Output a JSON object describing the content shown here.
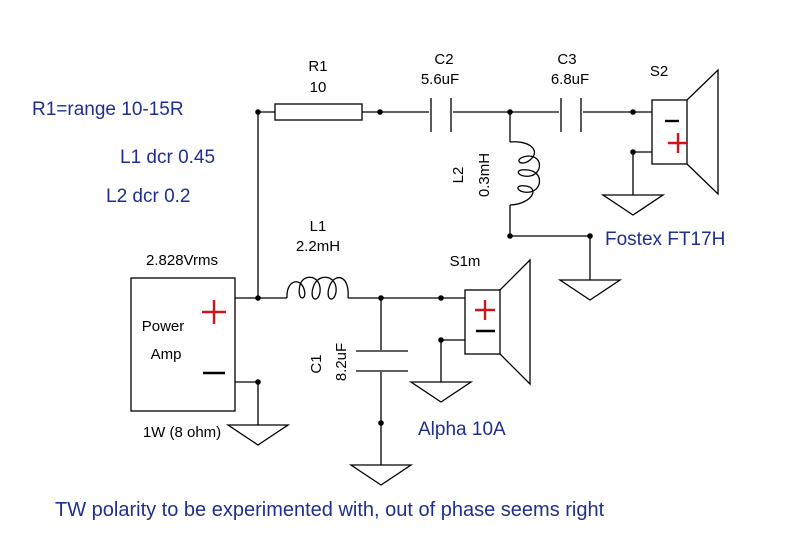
{
  "notes": {
    "r1_range": "R1=range 10-15R",
    "l1_dcr": "L1 dcr 0.45",
    "l2_dcr": "L2 dcr 0.2",
    "tweeter_name": "Fostex FT17H",
    "woofer_name": "Alpha 10A",
    "footer": "TW polarity to be experimented with, out of phase seems right"
  },
  "components": {
    "r1": {
      "ref": "R1",
      "value": "10"
    },
    "c2": {
      "ref": "C2",
      "value": "5.6uF"
    },
    "c3": {
      "ref": "C3",
      "value": "6.8uF"
    },
    "l2": {
      "ref": "L2",
      "value": "0.3mH"
    },
    "l1": {
      "ref": "L1",
      "value": "2.2mH"
    },
    "c1": {
      "ref": "C1",
      "value": "8.2uF"
    },
    "s2": {
      "ref": "S2"
    },
    "s1m": {
      "ref": "S1m"
    },
    "amp": {
      "voltage": "2.828Vrms",
      "label_line1": "Power",
      "label_line2": "Amp",
      "power": "1W (8 ohm)"
    }
  },
  "colors": {
    "note_text": "#1f2f8f",
    "polarity_plus": "#d0141e",
    "wire": "#000000"
  }
}
